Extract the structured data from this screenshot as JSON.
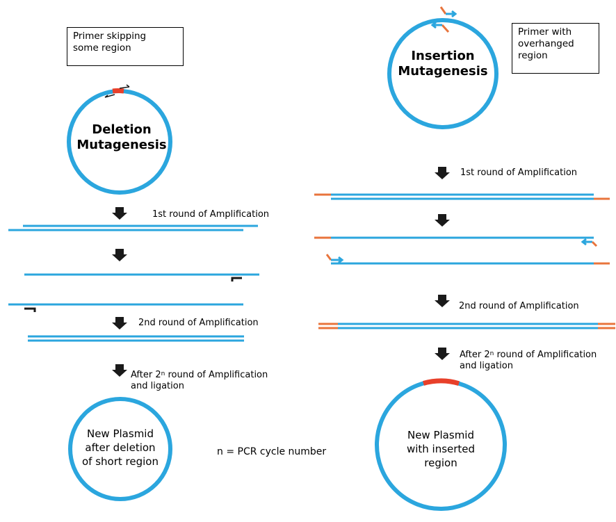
{
  "deletion": {
    "box_line1": "Primer skipping",
    "box_line2": "some  region",
    "title_line1": "Deletion",
    "title_line2": "Mutagenesis",
    "step1": "1st round of Amplification",
    "step2": "2nd round of Amplification",
    "step3_a": "After 2",
    "step3_sup": "n",
    "step3_b": " round of Amplification",
    "step3_line2": "and ligation",
    "result_line1": "New Plasmid",
    "result_line2": "after deletion",
    "result_line3": "of short region"
  },
  "insertion": {
    "box_line1": "Primer with",
    "box_line2": "overhanged",
    "box_line3": "region",
    "title_line1": "Insertion",
    "title_line2": "Mutagenesis",
    "step1": "1st round of Amplification",
    "step2": "2nd round of Amplification",
    "step3_a": "After 2",
    "step3_sup": "n",
    "step3_b": " round of Amplification",
    "step3_line2": "and ligation",
    "result_line1": "New Plasmid",
    "result_line2": "with inserted",
    "result_line3": "region"
  },
  "footnote": "n = PCR cycle number",
  "colors": {
    "dna_strand": "#2ba6de",
    "highlight_region": "#e8402a",
    "overhang": "#e8743c",
    "arrow": "#1a1a1a"
  }
}
